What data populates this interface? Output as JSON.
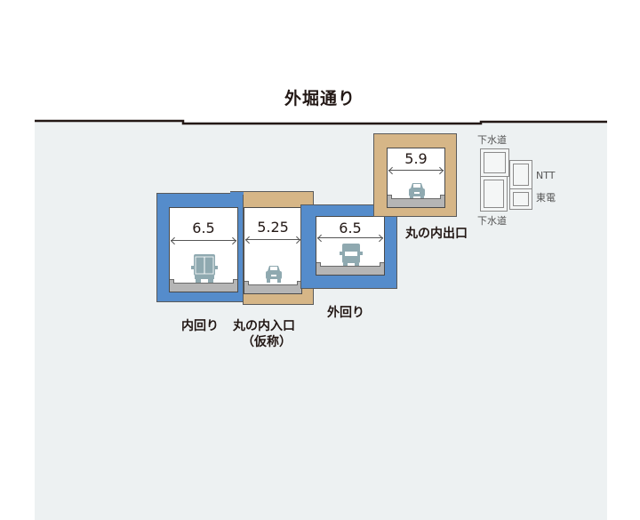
{
  "diagram": {
    "road_name": "外堀通り",
    "colors": {
      "ground": "#edf1f2",
      "main_tunnel": "#558ccb",
      "ramp_tunnel": "#d6b687",
      "road_line": "#231815",
      "pavement": "#b5b5b5",
      "vehicle": "#8fa9b0"
    },
    "tunnels": [
      {
        "id": "inner-loop",
        "label": "内回り",
        "width_m": "6.5",
        "type": "main",
        "vehicle": "truck"
      },
      {
        "id": "marunouchi-entrance",
        "label": "丸の内入口",
        "sublabel": "（仮称）",
        "width_m": "5.25",
        "type": "ramp",
        "vehicle": "car"
      },
      {
        "id": "outer-loop",
        "label": "外回り",
        "width_m": "6.5",
        "type": "main",
        "vehicle": "truck"
      },
      {
        "id": "marunouchi-exit",
        "label": "丸の内出口",
        "width_m": "5.9",
        "type": "ramp",
        "vehicle": "car"
      }
    ],
    "utilities": {
      "sewer_top_label": "下水道",
      "sewer_bottom_label": "下水道",
      "ntt_label": "NTT",
      "toden_label": "東電"
    }
  }
}
